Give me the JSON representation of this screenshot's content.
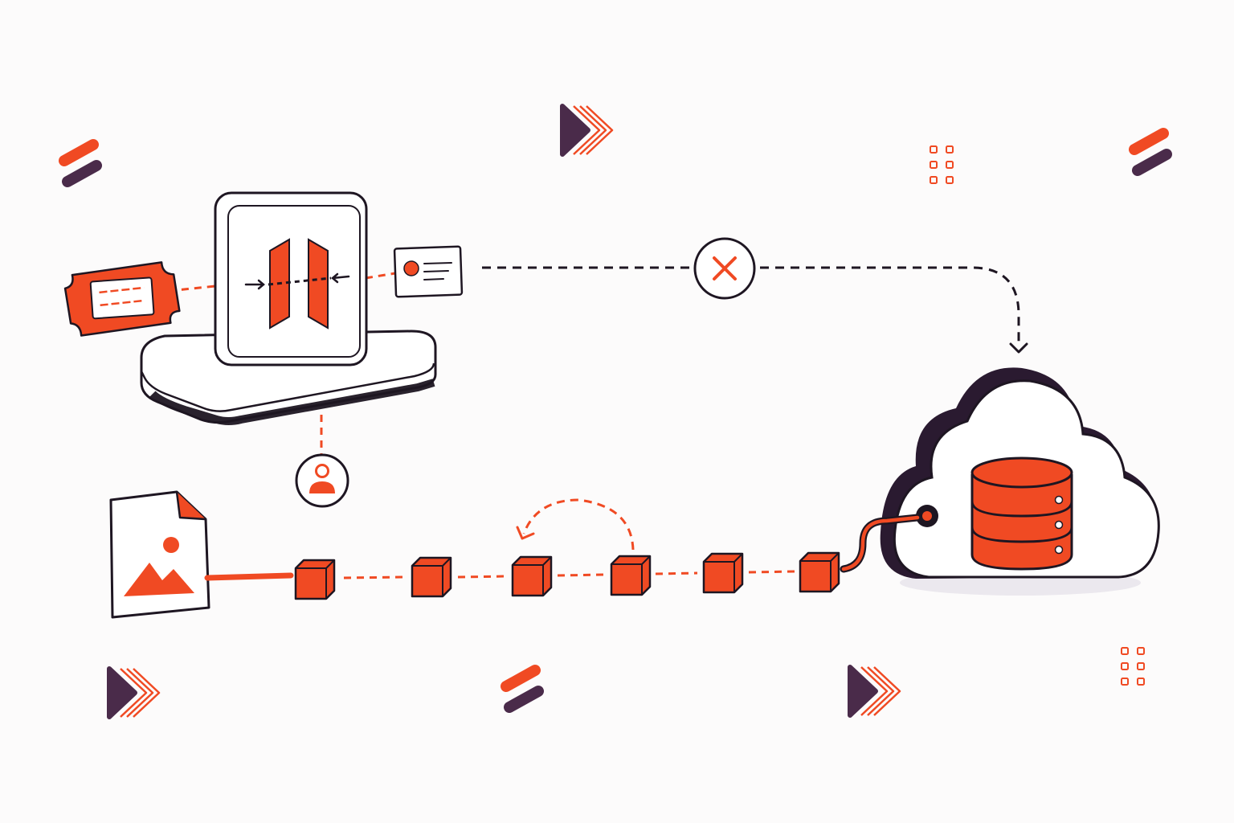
{
  "diagram": {
    "colors": {
      "accent": "#f04a23",
      "ink": "#1e1622",
      "plum": "#4a2b4a",
      "paper": "#ffffff",
      "shadow": "#ebe8ee",
      "background": "#fcfbfb"
    },
    "nodes": [
      {
        "name": "gateway-device",
        "icon": "vertical-split-bars-icon"
      },
      {
        "name": "ticket-token",
        "icon": "ticket-icon"
      },
      {
        "name": "id-card",
        "icon": "id-card-icon"
      },
      {
        "name": "user-node",
        "icon": "user-icon"
      },
      {
        "name": "rejected-check",
        "icon": "x-mark-icon"
      },
      {
        "name": "cloud-database",
        "icon": "database-icon"
      },
      {
        "name": "image-file",
        "icon": "image-file-icon"
      }
    ],
    "chain_block_count": 6,
    "decorations": [
      "slash-logo-icon",
      "play-chevron-icon",
      "dot-grid-icon"
    ]
  }
}
